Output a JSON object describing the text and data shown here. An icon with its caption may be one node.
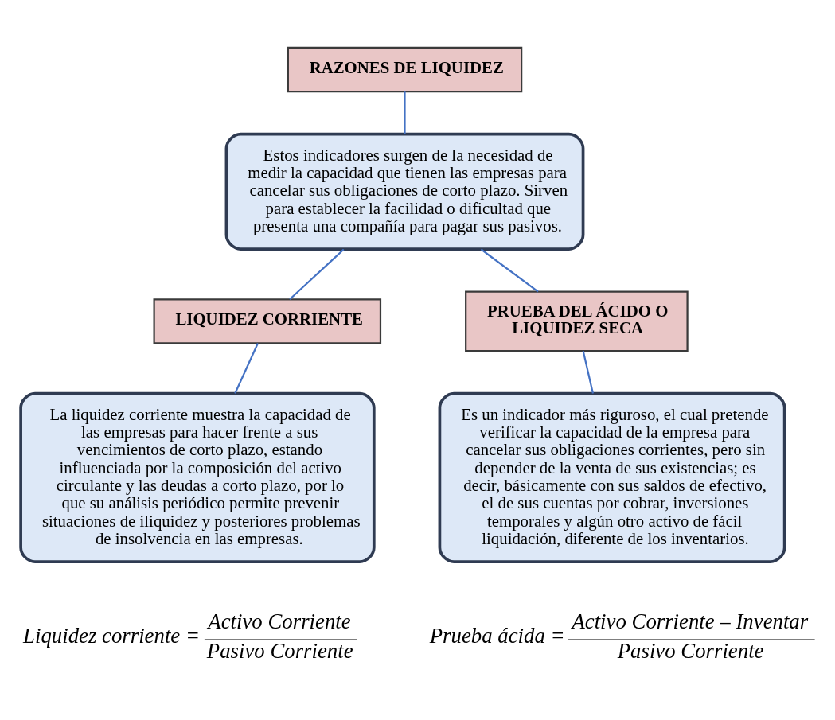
{
  "diagram": {
    "nodes": [
      {
        "text": [
          "RAZONES DE LIQUIDEZ"
        ]
      },
      {
        "text": [
          "Estos indicadores surgen de la necesidad de medir la capacidad que tienen las empresas para cancelar sus obligaciones de corto plazo. Sirven para establecer la facilidad o dificultad que presenta una compañía para pagar sus pasivos."
        ]
      },
      {
        "text": [
          "LIQUIDEZ CORRIENTE"
        ]
      },
      {
        "text": [
          "PRUEBA DEL ÁCIDO O LIQUIDEZ SECA"
        ]
      },
      {
        "text": [
          "La liquidez corriente muestra la capacidad de las empresas para hacer frente a sus vencimientos de corto plazo, estando influenciada por la composición del activo circulante y las deudas a corto plazo, por lo que su análisis periódico permite prevenir situaciones de iliquidez y posteriores problemas de insolvencia en las empresas."
        ]
      },
      {
        "text": [
          "Es un indicador más riguroso, el cual pretende verificar la capacidad de la empresa para cancelar sus obligaciones corrientes, pero sin depender de la venta de sus existencias; es decir, básicamente con sus saldos de efectivo, el de sus cuentas por cobrar, inversiones temporales y algún otro activo de fácil liquidación, diferente de los inventarios."
        ]
      }
    ],
    "edges": [
      {
        "from": 0,
        "to": 1,
        "arrow": "none"
      },
      {
        "from": 1,
        "to": 2,
        "arrow": "none"
      },
      {
        "from": 1,
        "to": 3,
        "arrow": "none"
      },
      {
        "from": 2,
        "to": 4,
        "arrow": "none"
      },
      {
        "from": 3,
        "to": 5,
        "arrow": "none"
      }
    ],
    "labels": [
      "Liquidez corriente =",
      "Activo Corriente",
      "Pasivo Corriente",
      "Prueba ácida =",
      "Activo Corriente – Inventar",
      "Pasivo Corriente"
    ]
  }
}
